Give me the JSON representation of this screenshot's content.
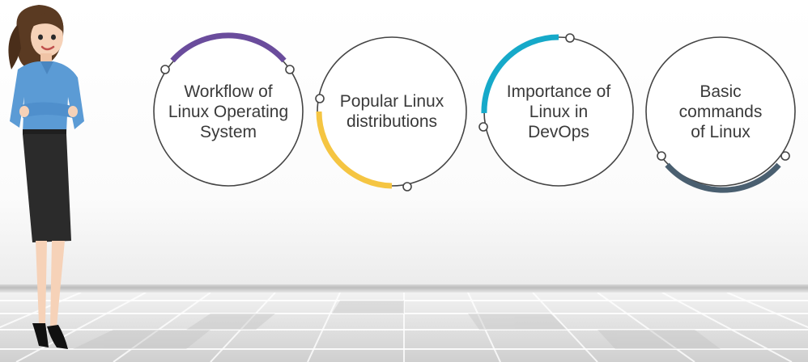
{
  "topics": [
    {
      "label": "Workflow of\nLinux Operating\nSystem",
      "accent": "#6a4c9c"
    },
    {
      "label": "Popular Linux\ndistributions",
      "accent": "#f5c542"
    },
    {
      "label": "Importance of\nLinux in\nDevOps",
      "accent": "#16a9c9"
    },
    {
      "label": "Basic\ncommands\nof Linux",
      "accent": "#4a5f70"
    }
  ],
  "colors": {
    "ring": "#444444",
    "text": "#3a3a3a"
  }
}
